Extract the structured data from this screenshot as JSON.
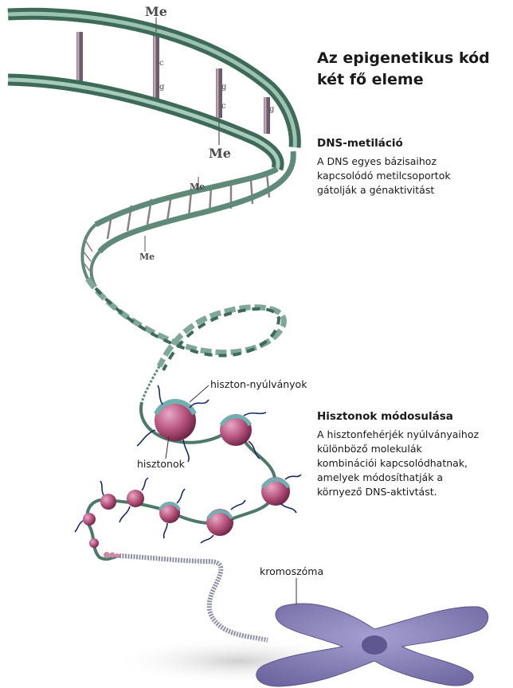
{
  "title_line1": "Az epigenetikus kód",
  "title_line2": "két fő eleme",
  "dna_methylation": {
    "heading": "DNS-metiláció",
    "body": [
      "A DNS egyes bázisaihoz",
      "kapcsolódó metilcsoportok",
      "gátolják a génaktivitást"
    ]
  },
  "histone_modification": {
    "heading": "Hisztonok módosulása",
    "body": [
      "A hisztonfehérjék nyúlványaihoz",
      "különböző molekulák",
      "kombinációi kapcsolódhatnak,",
      "amelyek módosíthatják a",
      "környező DNS-aktivtást."
    ]
  },
  "labels": {
    "histone_tails": "hiszton-nyúlványok",
    "histones": "hisztonok",
    "chromosome": "kromoszóma"
  },
  "methyl_tags": [
    "Me",
    "Me",
    "Me",
    "Me"
  ],
  "bases": [
    "c",
    "g",
    "g",
    "c",
    "g"
  ],
  "colors": {
    "dna_strand": "#5f8a79",
    "histone": "#b8557e",
    "histone_band": "#6fb0b0",
    "tail": "#1c2a6e",
    "chromosome": "#8b82b8"
  }
}
